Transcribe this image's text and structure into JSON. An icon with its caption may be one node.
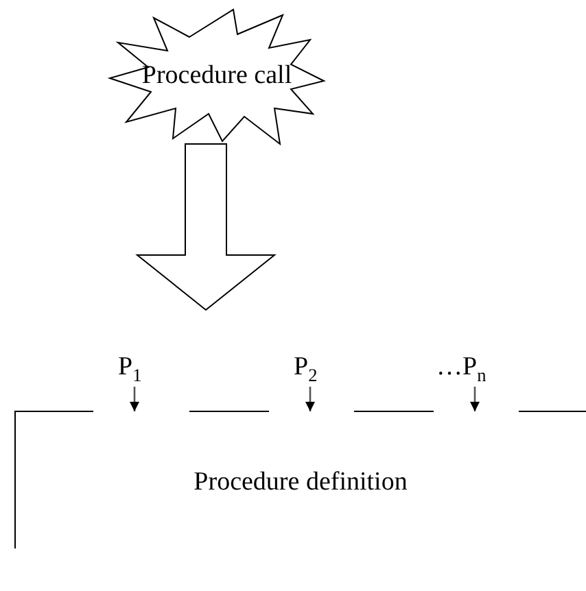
{
  "diagram": {
    "nodes": [
      {
        "text": [
          "Procedure call"
        ]
      },
      {
        "text": [
          "Procedure definition"
        ]
      },
      {
        "text": [
          "P$_{1}$"
        ]
      },
      {
        "text": [
          "P$_{2}$"
        ]
      },
      {
        "text": [
          "…P$_{n}$"
        ]
      }
    ],
    "edges": [
      {
        "from": 0,
        "to": null,
        "arrow": "to",
        "style": "thick"
      },
      {
        "from": 2,
        "to": 1,
        "arrow": "to"
      },
      {
        "from": 3,
        "to": 1,
        "arrow": "to"
      },
      {
        "from": 4,
        "to": 1,
        "arrow": "to"
      }
    ]
  }
}
